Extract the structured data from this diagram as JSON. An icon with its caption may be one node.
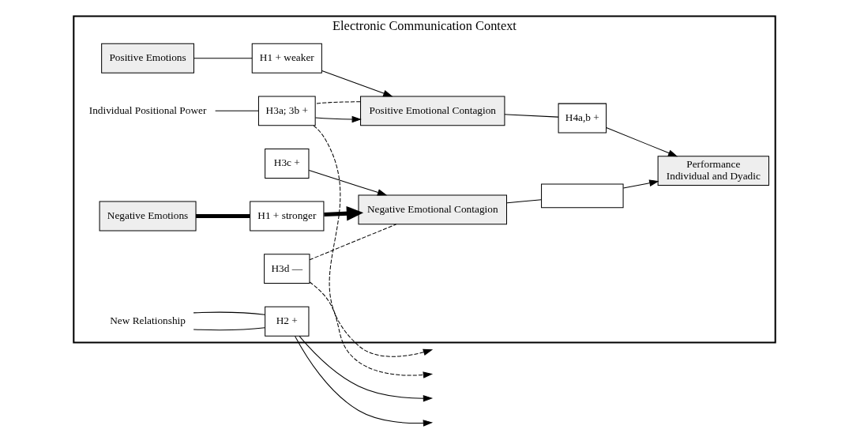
{
  "diagram": {
    "nodes": [
      {
        "text": [
          "Electronic Communication Context"
        ]
      },
      {
        "text": [
          "New Relationship"
        ],
        "in": 0
      },
      {
        "text": [
          "Individual Positional Power"
        ],
        "in": 0
      },
      {
        "text": [
          "Positive Emotions"
        ],
        "in": 0
      },
      {
        "text": [
          "H2 +"
        ],
        "in": 0
      },
      {
        "text": [
          "H1 + weaker"
        ],
        "in": 0
      },
      {
        "text": [
          "H3c +"
        ],
        "in": 0
      },
      {
        "text": [
          "H3a; 3b +"
        ],
        "in": 0
      },
      {
        "text": [
          "Positive Emotional Contagion"
        ],
        "in": 0
      },
      {
        "text": [
          "H4a,b +"
        ],
        "in": 0
      },
      {
        "text": [
          "Performance",
          "Individual and Dyadic"
        ],
        "in": 0
      },
      {
        "text": [
          "Negative Emotions"
        ],
        "in": 0
      },
      {
        "text": [
          "H1 + stronger"
        ],
        "in": 0
      },
      {
        "text": [
          "Negative Emotional Contagion"
        ],
        "in": 0
      },
      {
        "text": [],
        "shape": "box",
        "in": 0
      },
      {
        "text": [
          "H3d —"
        ],
        "in": 0
      }
    ],
    "edges": [
      {
        "from": 1,
        "to": 4,
        "arrow": "none"
      },
      {
        "from": 1,
        "to": 4,
        "arrow": "none"
      },
      {
        "from": 4,
        "to": null,
        "arrow": "to"
      },
      {
        "from": 4,
        "to": null,
        "arrow": "to"
      },
      {
        "from": 3,
        "to": 5,
        "arrow": "none"
      },
      {
        "from": 5,
        "to": 8,
        "arrow": "to"
      },
      {
        "from": 11,
        "to": 12,
        "arrow": "none",
        "style": "thick"
      },
      {
        "from": 12,
        "to": 13,
        "arrow": "to",
        "style": "thick"
      },
      {
        "from": 6,
        "to": 13,
        "arrow": "to"
      },
      {
        "from": 15,
        "to": null,
        "arrow": "to",
        "style": "dashed"
      },
      {
        "from": 15,
        "to": 13,
        "arrow": "none",
        "style": "dashed"
      },
      {
        "from": 2,
        "to": 7,
        "arrow": "none"
      },
      {
        "from": 7,
        "to": 8,
        "arrow": "to"
      },
      {
        "from": 8,
        "to": 7,
        "arrow": "none",
        "style": "dashed"
      },
      {
        "from": 7,
        "to": null,
        "arrow": "to",
        "style": "dashed"
      },
      {
        "from": 8,
        "to": 9,
        "arrow": "none"
      },
      {
        "from": 9,
        "to": 10,
        "arrow": "to"
      },
      {
        "from": 13,
        "to": 14,
        "arrow": "none"
      },
      {
        "from": 14,
        "to": 10,
        "arrow": "to"
      }
    ]
  }
}
